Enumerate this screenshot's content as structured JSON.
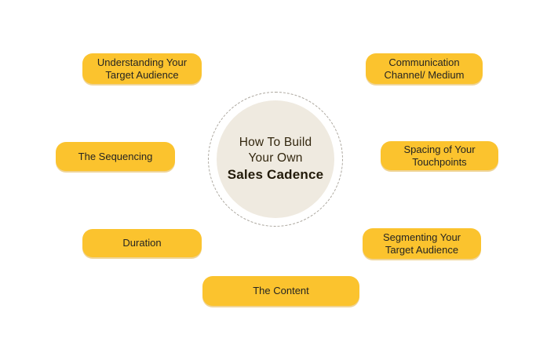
{
  "diagram": {
    "title": {
      "line1": "How To Build",
      "line2": "Your Own",
      "line3": "Sales Cadence"
    },
    "nodes": [
      {
        "label": "Understanding Your Target Audience"
      },
      {
        "label": "Communication Channel/ Medium"
      },
      {
        "label": "The Sequencing"
      },
      {
        "label": "Spacing of Your Touchpoints"
      },
      {
        "label": "Duration"
      },
      {
        "label": "Segmenting Your Target Audience"
      },
      {
        "label": "The Content"
      }
    ],
    "colors": {
      "background": "#FFFFFF",
      "node_fill": "#FBC32E",
      "node_text": "#252422",
      "circle_fill": "#EFEAE0",
      "circle_dash": "#A9A49B",
      "title_text": "#33270F"
    }
  }
}
